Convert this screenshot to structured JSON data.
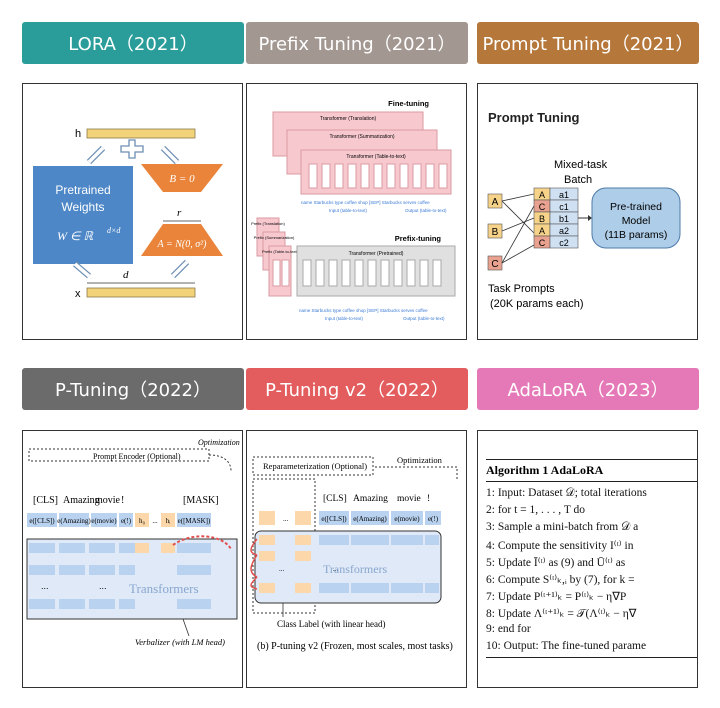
{
  "headers": [
    {
      "label": "LORA（2021）",
      "color": "#2a9d9a"
    },
    {
      "label": "Prefix Tuning（2021）",
      "color": "#a39791"
    },
    {
      "label": "Prompt Tuning（2021）",
      "color": "#b5773a"
    },
    {
      "label": "P-Tuning（2022）",
      "color": "#6b6b6b"
    },
    {
      "label": "P-Tuning v2（2022）",
      "color": "#e45d5e"
    },
    {
      "label": "AdaLoRA（2023）",
      "color": "#e579b7"
    }
  ],
  "lora": {
    "h": "h",
    "x": "x",
    "pretrained_line1": "Pretrained",
    "pretrained_line2": "Weights",
    "w_formula": "W ∈ ℝ",
    "w_sup": "d×d",
    "b_formula": "B = 0",
    "a_formula": "A = N(0, σ²)",
    "r": "r",
    "d": "d",
    "plus": "+"
  },
  "prefix": {
    "finetuning": "Fine-tuning",
    "prefixtuning": "Prefix-tuning",
    "t_translation": "Transformer (Translation)",
    "t_summarization": "Transformer (Summarization)",
    "t_table": "Transformer (Table-to-text)",
    "t_pretrained": "Transformer (Pretrained)",
    "p_translation": "Prefix (Translation)",
    "p_summarization": "Prefix (Summarization)",
    "p_table": "Prefix (Table-to-text)",
    "tokens1": "name Starbucks type coffee shop [SEP] Starbucks serves coffee",
    "io1_in": "Input (table-to-text)",
    "io1_out": "Output (table-to-text)",
    "tokens2": "name Starbucks type coffee shop [SEP] Starbucks serves coffee",
    "io2_in": "Input (table-to-text)",
    "io2_out": "Output (table-to-text)"
  },
  "prompt": {
    "title": "Prompt Tuning",
    "mixed1": "Mixed-task",
    "mixed2": "Batch",
    "rows": [
      {
        "p": "A",
        "t": "a1"
      },
      {
        "p": "C",
        "t": "c1"
      },
      {
        "p": "B",
        "t": "b1"
      },
      {
        "p": "A",
        "t": "a2"
      },
      {
        "p": "C",
        "t": "c2"
      }
    ],
    "left": [
      "A",
      "B",
      "C"
    ],
    "model1": "Pre-trained",
    "model2": "Model",
    "model3": "(11B params)",
    "tp1": "Task Prompts",
    "tp2": "(20K params each)"
  },
  "ptuning": {
    "optimization": "Optimization",
    "encoder": "Prompt Encoder (Optional)",
    "tokens": [
      "[CLS]",
      "Amazing",
      "movie",
      "!",
      "[MASK]"
    ],
    "embeds": [
      "e([CLS])",
      "e(Amazing)",
      "e(movie)",
      "e(!)",
      "h₀",
      "...",
      "hᵢ",
      "e([MASK])"
    ],
    "dots": "...",
    "transformers": "Transformers",
    "verbalizer": "Verbalizer (with LM head)"
  },
  "ptuning2": {
    "reparam": "Reparameterization (Optional)",
    "optimization": "Optimization",
    "tokens": [
      "[CLS]",
      "Amazing",
      "movie",
      "!"
    ],
    "embeds": [
      "e([CLS])",
      "e(Amazing)",
      "e(movie)",
      "e(!)"
    ],
    "dots": "...",
    "transformers": "Transformers",
    "classlabel": "Class Label (with linear head)",
    "caption": "(b) P-tuning v2 (Frozen, most scales, most tasks)"
  },
  "adalora": {
    "title": "Algorithm 1 AdaLoRA",
    "lines": [
      "1:  Input: Dataset 𝒟; total iterations",
      "2:  for t = 1, . . . , T do",
      "3:      Sample a mini-batch from 𝒟 a",
      "4:      Compute the sensitivity I⁽ᵗ⁾ in",
      "5:      Update Ī⁽ᵗ⁾ as (9) and Ū⁽ᵗ⁾ as",
      "6:      Compute S⁽ᵗ⁾ₖ,ᵢ by (7), for k =",
      "7:      Update P⁽ᵗ⁺¹⁾ₖ = P⁽ᵗ⁾ₖ − η∇P",
      "8:      Update Λ⁽ᵗ⁺¹⁾ₖ = 𝒯(Λ⁽ᵗ⁾ₖ − η∇",
      "9:  end for",
      "10: Output: The fine-tuned parame"
    ]
  }
}
